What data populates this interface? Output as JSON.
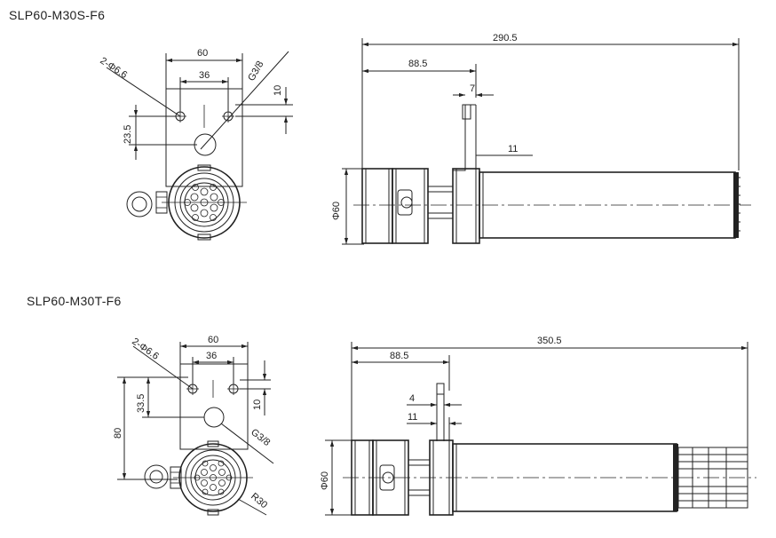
{
  "drawings": [
    {
      "model": "SLP60-M30S-F6",
      "front_view": {
        "width": "60",
        "hole_spacing": "36",
        "holes": "2-Φ6.6",
        "thread": "G3/8",
        "hole_offset": "10",
        "port_offset": "23.5"
      },
      "side_view": {
        "overall_length": "290.5",
        "flange_position": "88.5",
        "flange_thickness": "7",
        "clamp_offset": "11",
        "diameter": "Φ60"
      }
    },
    {
      "model": "SLP60-M30T-F6",
      "front_view": {
        "width": "60",
        "hole_spacing": "36",
        "holes": "2-Φ6.6",
        "hole_offset": "10",
        "port_offset": "33.5",
        "height": "80",
        "thread": "G3/8",
        "radius": "R30"
      },
      "side_view": {
        "overall_length": "350.5",
        "flange_position": "88.5",
        "flange_thickness": "4",
        "clamp_offset": "11",
        "diameter": "Φ60"
      }
    }
  ]
}
